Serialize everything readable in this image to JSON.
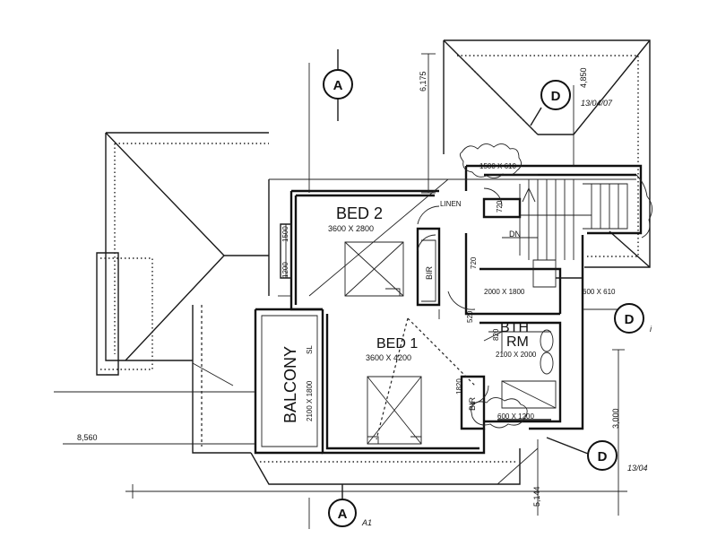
{
  "rooms": {
    "bed1": {
      "name": "BED 1",
      "size": "3600 X 4200"
    },
    "bed2": {
      "name": "BED 2",
      "size": "3600 X 2800"
    },
    "bath": {
      "name": "BTH",
      "size": "2100 X 2000"
    },
    "balcony": {
      "name": "BALCONY",
      "size": "2100 X 1800"
    }
  },
  "labels": {
    "bir1": "BIR",
    "bir2": "BIR",
    "linen": "LINEN",
    "dn": "DN",
    "room_suffix": "RM"
  },
  "dimensions": {
    "d6175": "6,175",
    "d4850": "4,850",
    "d8560": "8,560",
    "d3000": "3,000",
    "d5144": "5,144",
    "w1500": "1500",
    "w1200": "1200",
    "w720": "720",
    "w720b": "720",
    "w520": "520",
    "w820": "820",
    "w1820": "1820",
    "win1": "1500 X 610",
    "win2": "600 X 610",
    "win3": "2000 X 1800",
    "win4": "600 X 1200",
    "sl": "SL"
  },
  "callouts": {
    "a_top": "A",
    "a_bottom": "A",
    "d_top": "D",
    "d_right": "D",
    "d_bottom": "D",
    "ref_top": "13/04/07",
    "ref_bottom": "13/04",
    "ref_right": "i",
    "ref_a": "A1"
  }
}
